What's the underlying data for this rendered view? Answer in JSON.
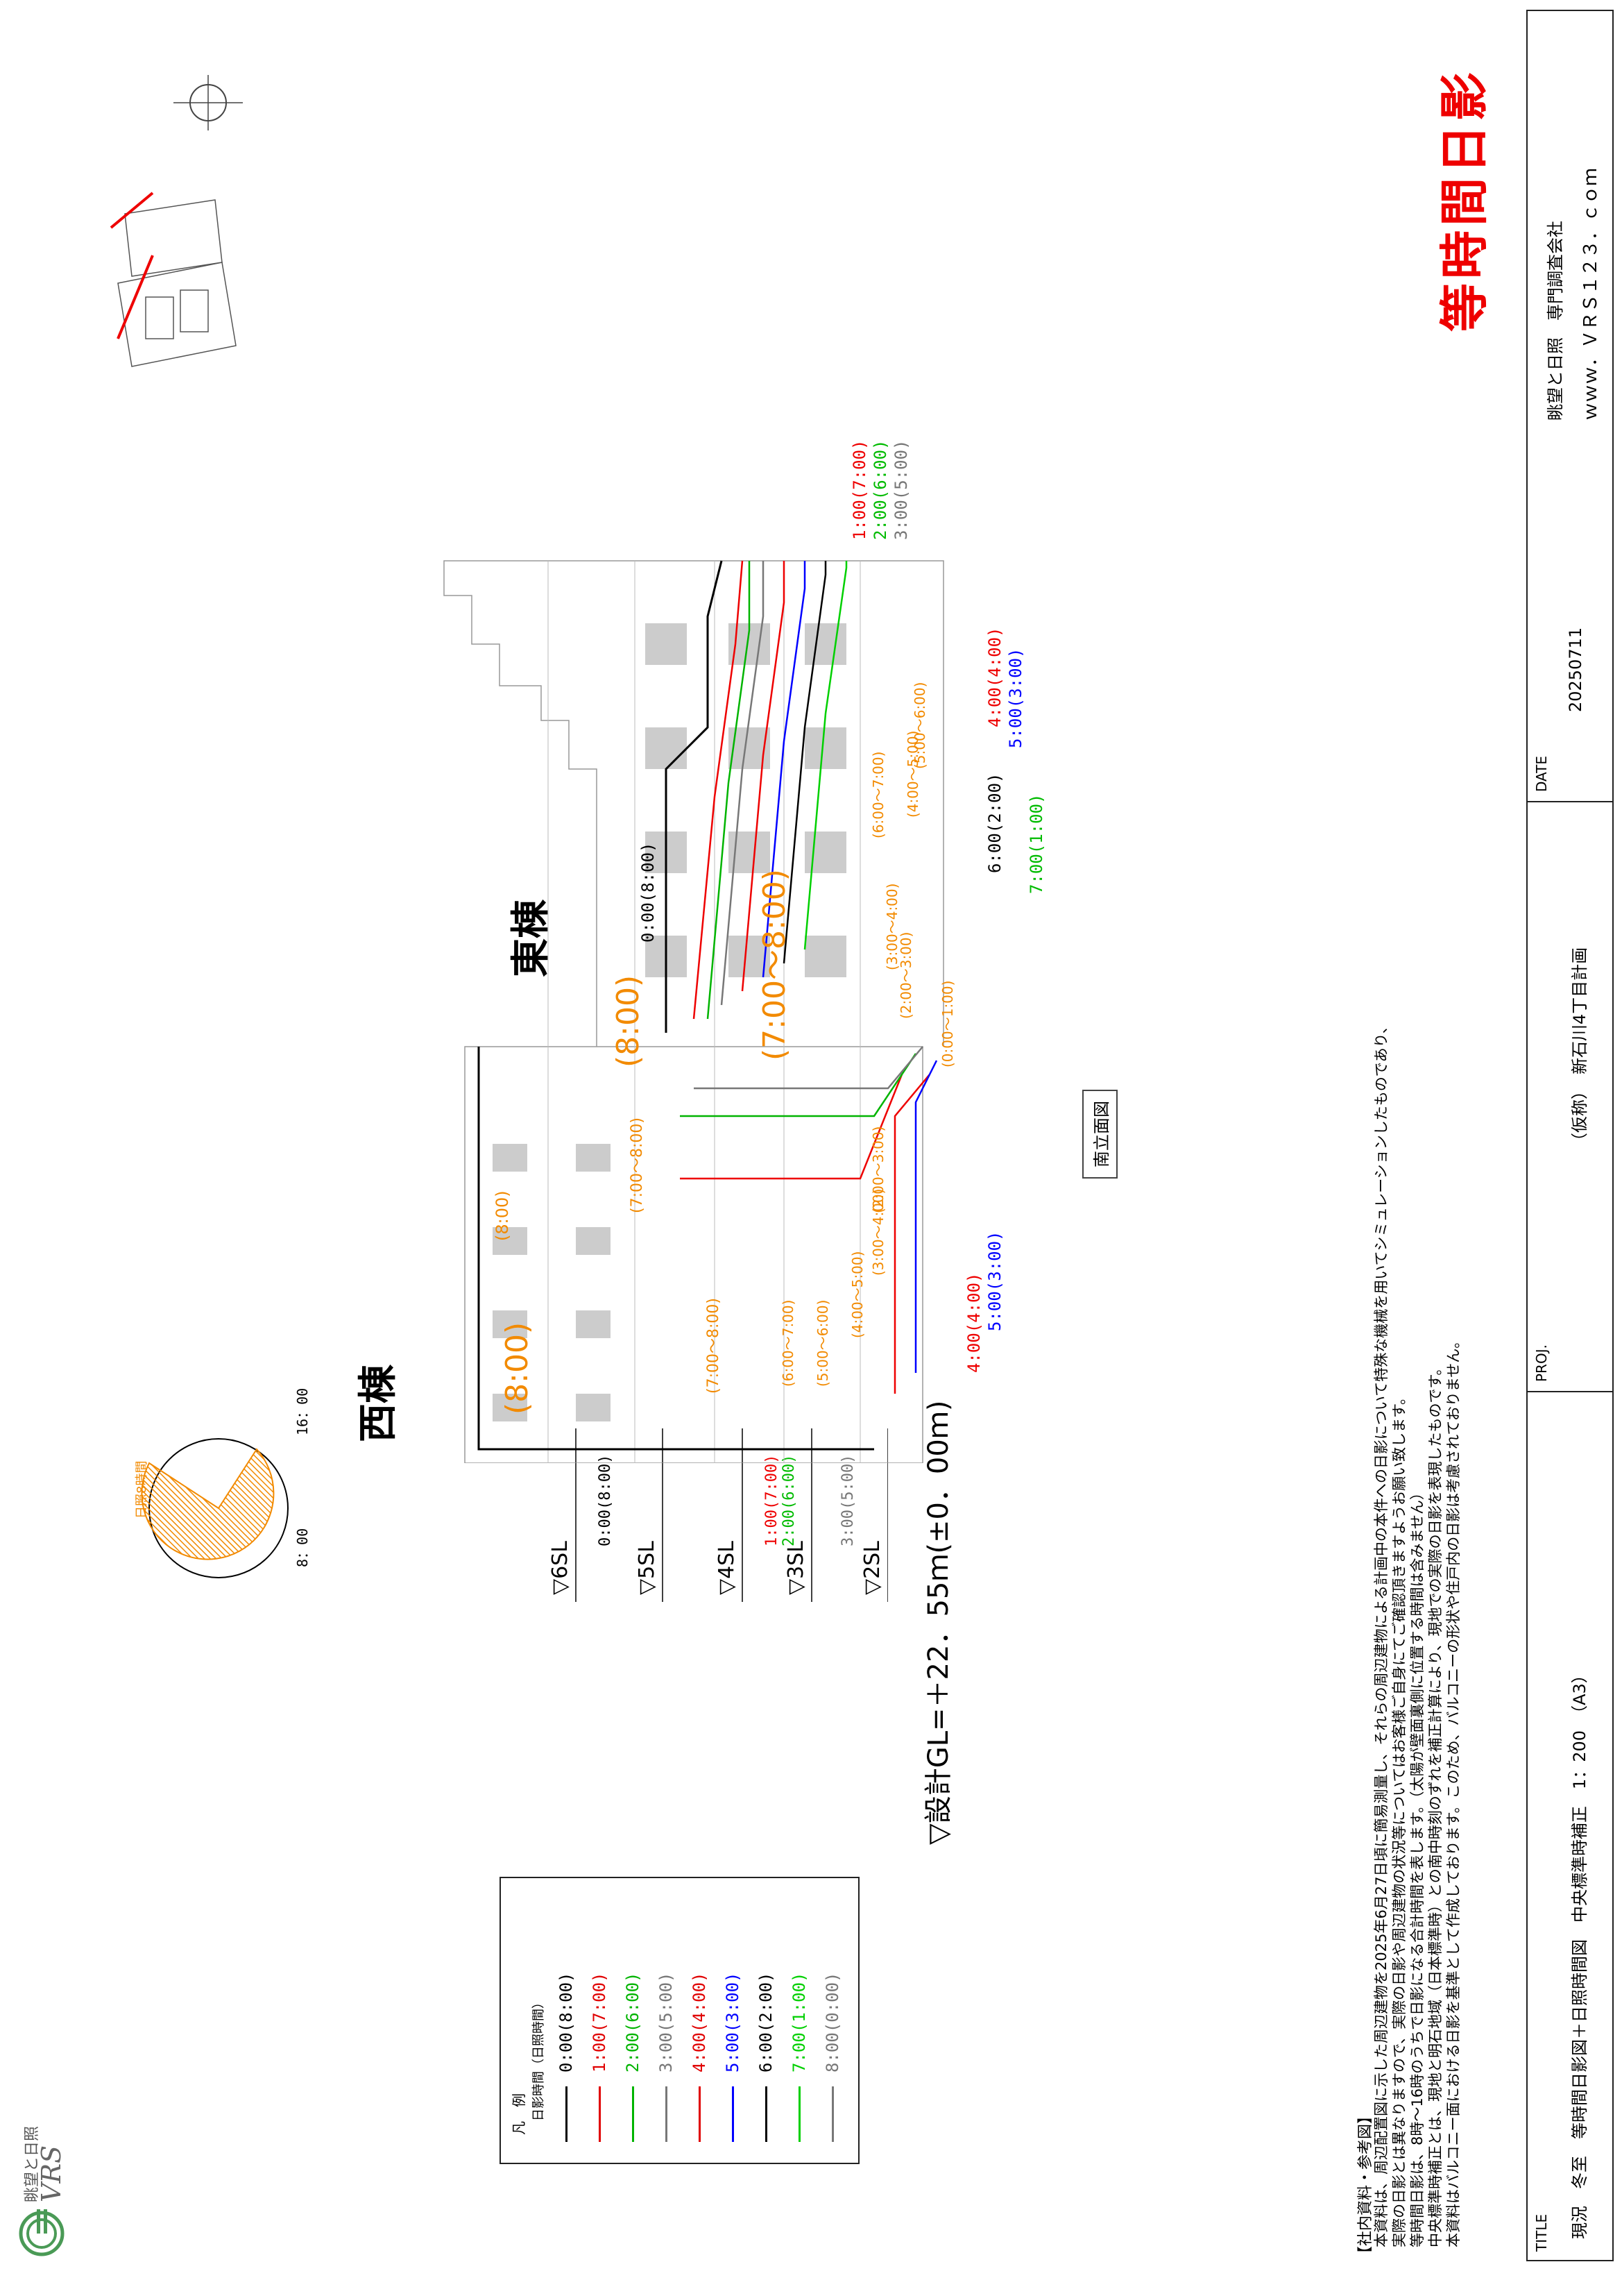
{
  "title_big": "等時間日影",
  "company": {
    "name": "眺望と日照　専門調査会社",
    "url": "ｗｗｗ．ＶＲＳ１２３．ｃｏｍ"
  },
  "logo": {
    "name": "眺望と日照",
    "mark": "VRS"
  },
  "legend": {
    "title": "凡　例",
    "subtitle": "日影時間（日照時間）",
    "items": [
      {
        "label": "0:00(8:00)",
        "color": "#000000"
      },
      {
        "label": "1:00(7:00)",
        "color": "#e00000"
      },
      {
        "label": "2:00(6:00)",
        "color": "#00b400"
      },
      {
        "label": "3:00(5:00)",
        "color": "#777777"
      },
      {
        "label": "4:00(4:00)",
        "color": "#e00000"
      },
      {
        "label": "5:00(3:00)",
        "color": "#0000ff"
      },
      {
        "label": "6:00(2:00)",
        "color": "#000000"
      },
      {
        "label": "7:00(1:00)",
        "color": "#00d000"
      },
      {
        "label": "8:00(0:00)",
        "color": "#777777"
      }
    ]
  },
  "sun_chart": {
    "label": "日照8時間",
    "start": "8：00",
    "end": "16：00"
  },
  "levels": [
    "▽6SL",
    "▽5SL",
    "▽4SL",
    "▽3SL",
    "▽2SL"
  ],
  "level_labels": {
    "l0": "0:00(8:00)",
    "l1": "1:00(7:00)",
    "l2": "2:00(6:00)",
    "l3": "3:00(5:00)"
  },
  "gl_label": "▽設計GL=＋22．55ｍ(±0．00ｍ)",
  "buildings": {
    "west": "西棟",
    "east": "東棟"
  },
  "elevation_label": "南立面図",
  "zones": {
    "z1": "(8:00)",
    "z2": "(7:00〜8:00)",
    "z3": "(8:00)",
    "z4": "(7:00〜8:00)",
    "z5": "(8:00)",
    "z6": "(7:00〜8:00)",
    "z7": "(6:00〜7:00)",
    "z8": "(5:00〜6:00)",
    "z9": "(4:00〜5:00)",
    "z10": "(3:00〜4:00)",
    "z11": "(2:00〜3:00)",
    "z12": "(6:00〜7:00)",
    "z13": "(5:00〜6:00)",
    "z14": "(4:00〜5:00)",
    "z15": "(3:00〜4:00)",
    "z16": "(2:00〜3:00)",
    "z17": "(0:00〜1:00)"
  },
  "line_labels": {
    "west_400": "4:00(4:00)",
    "west_500": "5:00(3:00)",
    "east_000": "0:00(8:00)",
    "east_100": "1:00(7:00)",
    "east_200": "2:00(6:00)",
    "east_300": "3:00(5:00)",
    "east_400": "4:00(4:00)",
    "east_500": "5:00(3:00)",
    "east_600": "6:00(2:00)",
    "east_700": "7:00(1:00)"
  },
  "notes": {
    "heading": "【社内資料・参考図】",
    "lines": [
      "本資料は、周辺配置図に示した周辺建物を2025年6月27日頃に簡易測量し、それらの周辺建物による計画中の本件への日影について特殊な機械を用いてシミュレーションしたものであり、",
      "実際の日影とは異なりますので、実際の日影や周辺建物の状況等についてはお客様ご自身にてご確認頂きますようお願い致します。",
      "等時間日影は、8時〜16時のうちで日影になる合計時間を表します。（太陽が壁面裏側に位置する時間は含みません）",
      "中央標準時補正とは、現地と明石地域（日本標準時）との南中時刻のずれを補正計算により、現地での実際の日影を表現したものです。",
      "本資料はバルコニー面における日影を基準として作成しております。このため、バルコニーの形状や住戸内の日影は考慮されておりません。"
    ]
  },
  "title_block": {
    "title_label": "TITLE",
    "title_value": "現況　冬至　等時間日影図＋日照時間図　中央標準時補正　1：200　（A3）",
    "proj_label": "PROJ.",
    "proj_value": "（仮称）　新石川4丁目計画",
    "date_label": "DATE",
    "date_value": "20250711"
  },
  "colors": {
    "red": "#e00000",
    "green": "#00b400",
    "gray": "#777777",
    "blue": "#0000ff",
    "orange": "#f28a00"
  }
}
